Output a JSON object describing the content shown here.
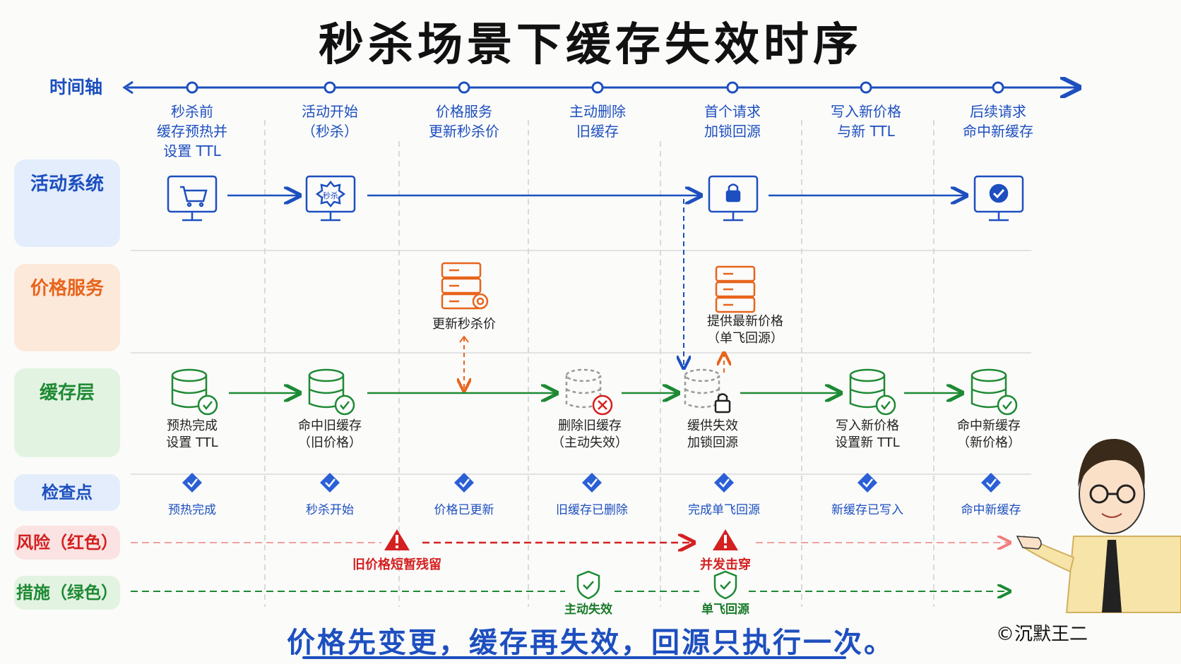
{
  "title": "秒杀场景下缓存失效时序",
  "timeline_label": "时间轴",
  "steps": [
    "秒杀前\n缓存预热并\n设置 TTL",
    "活动开始\n（秒杀）",
    "价格服务\n更新秒杀价",
    "主动删除\n旧缓存",
    "首个请求\n加锁回源",
    "写入新价格\n与新 TTL",
    "后续请求\n命中新缓存"
  ],
  "lanes": {
    "activity": "活动系统",
    "price": "价格服务",
    "cache": "缓存层",
    "checkpoint": "检查点",
    "risk": "风险（红色）",
    "measure": "措施（绿色）"
  },
  "activity_icons": {
    "cart_icon": "cart-icon",
    "sale_badge_text": "秒杀",
    "lock_icon": "lock-icon",
    "check_icon": "check-icon"
  },
  "price_nodes": {
    "update": "更新秒杀价",
    "serve": "提供最新价格\n（单飞回源）"
  },
  "cache_nodes": [
    "预热完成\n设置 TTL",
    "命中旧缓存\n（旧价格）",
    "删除旧缓存\n（主动失效）",
    "缓供失效\n加锁回源",
    "写入新价格\n设置新 TTL",
    "命中新缓存\n（新价格）"
  ],
  "checkpoints": [
    "预热完成",
    "秒杀开始",
    "价格已更新",
    "旧缓存已删除",
    "完成单飞回源",
    "新缓存已写入",
    "命中新缓存"
  ],
  "risks": [
    "旧价格短暂残留",
    "并发击穿"
  ],
  "measures": [
    "主动失效",
    "单飞回源"
  ],
  "footer": "价格先变更，缓存再失效，回源只执行一次。",
  "copyright": "©沉默王二",
  "colors": {
    "blue": "#1d4fbf",
    "orange": "#e8641c",
    "green": "#1e8a34",
    "red": "#d42020",
    "gray": "#9a9a9a"
  }
}
